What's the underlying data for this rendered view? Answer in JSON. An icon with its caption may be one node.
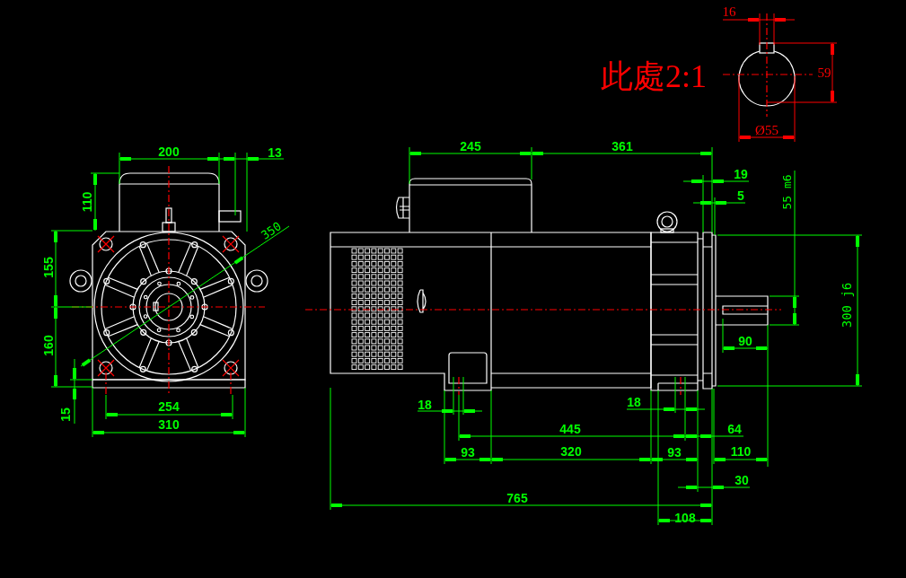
{
  "diagram": {
    "labels": [
      "16",
      "此處2:1",
      "59",
      "Ø55",
      "200",
      "245",
      "361",
      "13",
      "19",
      "5",
      "55 m6",
      "110",
      "350",
      "155",
      "300 j6",
      "160",
      "90",
      "15",
      "254",
      "18",
      "18",
      "310",
      "445",
      "64",
      "93",
      "320",
      "93",
      "110",
      "30",
      "765",
      "108"
    ]
  }
}
